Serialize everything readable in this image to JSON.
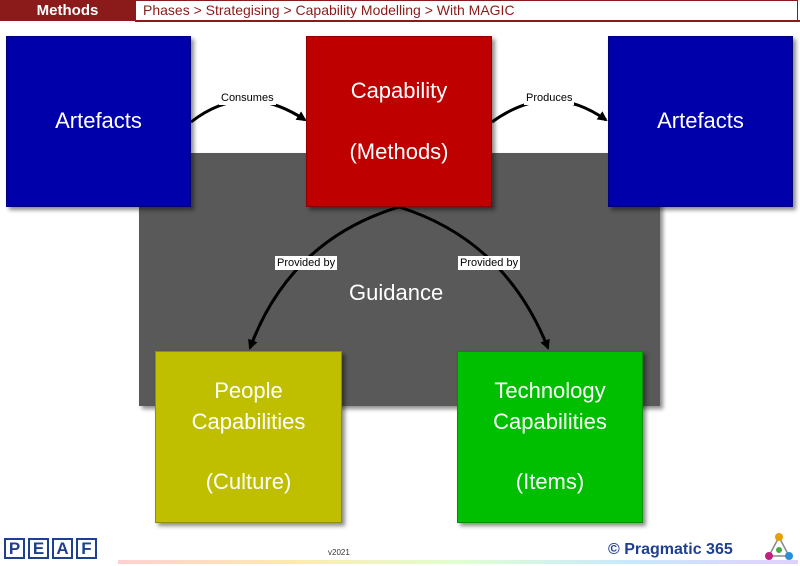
{
  "header": {
    "section": "Methods",
    "breadcrumb": "Phases > Strategising > Capability Modelling > With MAGIC"
  },
  "diagram": {
    "artefacts_left": "Artefacts",
    "artefacts_right": "Artefacts",
    "capability_title": "Capability",
    "capability_sub": "(Methods)",
    "guidance": "Guidance",
    "people_line1": "People",
    "people_line2": "Capabilities",
    "people_sub": "(Culture)",
    "tech_line1": "Technology",
    "tech_line2": "Capabilities",
    "tech_sub": "(Items)",
    "edge_consumes": "Consumes",
    "edge_produces": "Produces",
    "edge_provided_left": "Provided by",
    "edge_provided_right": "Provided by"
  },
  "footer": {
    "logo_letters": [
      "P",
      "E",
      "A",
      "F"
    ],
    "version": "v2021",
    "brand": "© Pragmatic 365"
  },
  "colors": {
    "header": "#8b1a1a",
    "artefacts": "#0000aa",
    "capability": "#bf0000",
    "guidance": "#595959",
    "people": "#bfbf00",
    "technology": "#00bf00"
  }
}
